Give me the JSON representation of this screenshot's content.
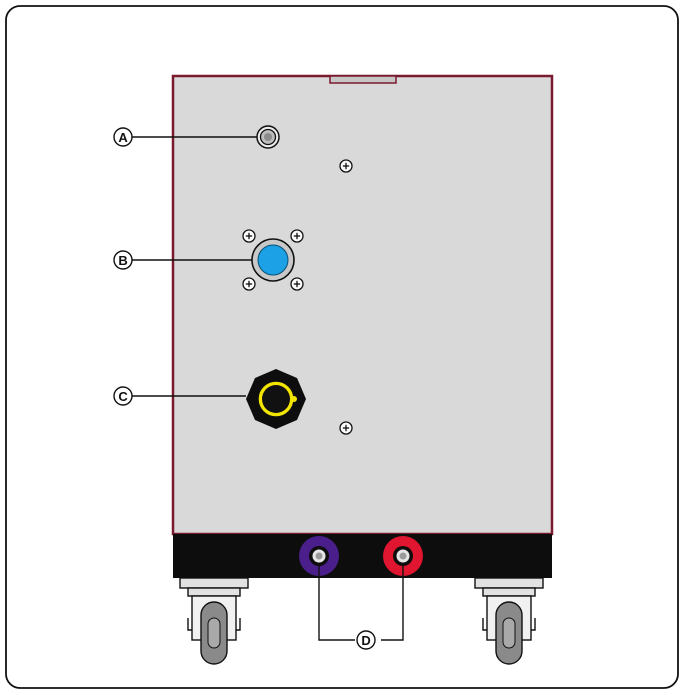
{
  "callouts": {
    "a": "A",
    "b": "B",
    "c": "C",
    "d": "D"
  },
  "colors": {
    "frame_border": "#111111",
    "panel_fill": "#d9d9d9",
    "panel_border": "#7a1a2e",
    "base_fill": "#0d0d0d",
    "connector_b": "#1da1e6",
    "connector_c_ring": "#f2e600",
    "terminal_negative": "#4a1f8c",
    "terminal_positive": "#e0152f",
    "caster_fill": "#e2e2e2",
    "wheel_fill": "#8a8a8a"
  },
  "icons": {
    "screw": "phillips-screw-icon",
    "port_a": "small-socket-icon",
    "port_b": "round-connector-icon",
    "port_c": "power-cable-connector-icon",
    "terminal": "output-terminal-icon",
    "caster": "caster-wheel-icon"
  }
}
